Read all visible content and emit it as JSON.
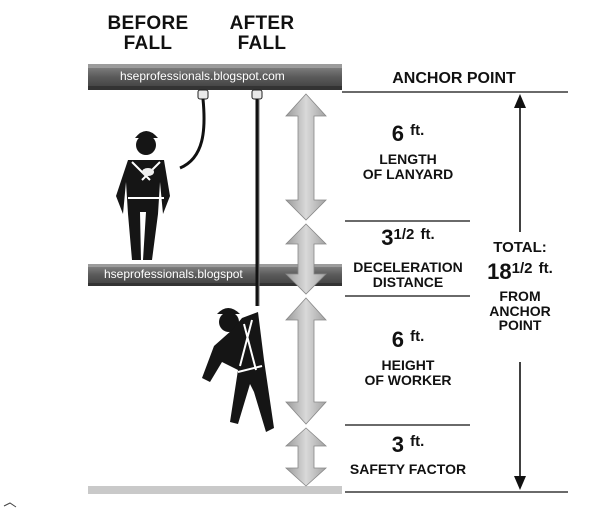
{
  "headers": {
    "before": "BEFORE\nFALL",
    "after": "AFTER\nFALL"
  },
  "anchor_label": "ANCHOR POINT",
  "watermark_top": "hseprofessionals.blogspot.com",
  "watermark_mid": "hseprofessionals.blogspot",
  "segments": [
    {
      "amount": "6",
      "fraction": "",
      "unit": "ft.",
      "label": "LENGTH\nOF LANYARD"
    },
    {
      "amount": "3",
      "fraction": "1/2",
      "unit": "ft.",
      "label": "DECELERATION\nDISTANCE"
    },
    {
      "amount": "6",
      "fraction": "",
      "unit": "ft.",
      "label": "HEIGHT\nOF WORKER"
    },
    {
      "amount": "3",
      "fraction": "",
      "unit": "ft.",
      "label": "SAFETY FACTOR"
    }
  ],
  "total": {
    "line1": "TOTAL:",
    "amount": "18",
    "fraction": "1/2",
    "unit": "ft.",
    "line3": "FROM\nANCHOR\nPOINT"
  },
  "colors": {
    "beam": "#5f5f5f",
    "arrow": "#bdbdbd",
    "ink": "#111111",
    "floor": "#c9c9c9"
  }
}
